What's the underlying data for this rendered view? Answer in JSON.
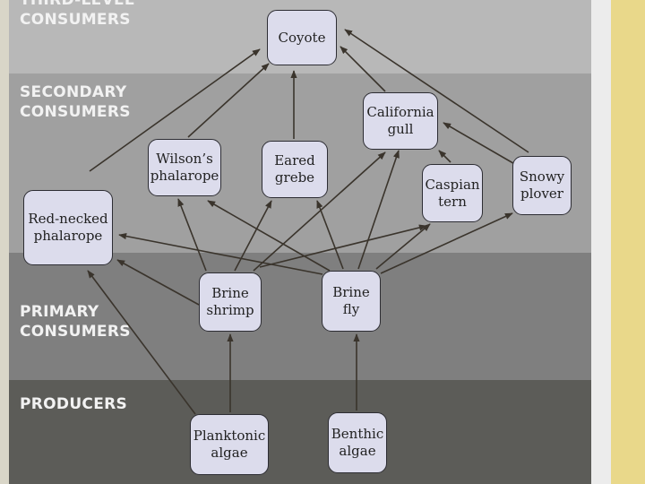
{
  "bands": [
    {
      "id": "third",
      "label": "THIRD-LEVEL\nCONSUMERS",
      "color": "#b8b8b8"
    },
    {
      "id": "secondary",
      "label": "SECONDARY\nCONSUMERS",
      "color": "#a0a0a0"
    },
    {
      "id": "primary",
      "label": "PRIMARY\nCONSUMERS",
      "color": "#7f7f7f"
    },
    {
      "id": "producers",
      "label": "PRODUCERS",
      "color": "#5c5c58"
    }
  ],
  "nodes": {
    "coyote": "Coyote",
    "california_gull": "California\ngull",
    "wilsons_phalarope": "Wilson’s\nphalarope",
    "eared_grebe": "Eared\ngrebe",
    "caspian_tern": "Caspian\ntern",
    "snowy_plover": "Snowy\nplover",
    "red_necked_phalarope": "Red-necked\nphalarope",
    "brine_shrimp": "Brine\nshrimp",
    "brine_fly": "Brine\nfly",
    "planktonic_algae": "Planktonic\nalgae",
    "benthic_algae": "Benthic\nalgae"
  },
  "colors": {
    "node_fill": "#dcdcec",
    "arrow": "#3a342c",
    "label_text": "#f2f2f2"
  }
}
